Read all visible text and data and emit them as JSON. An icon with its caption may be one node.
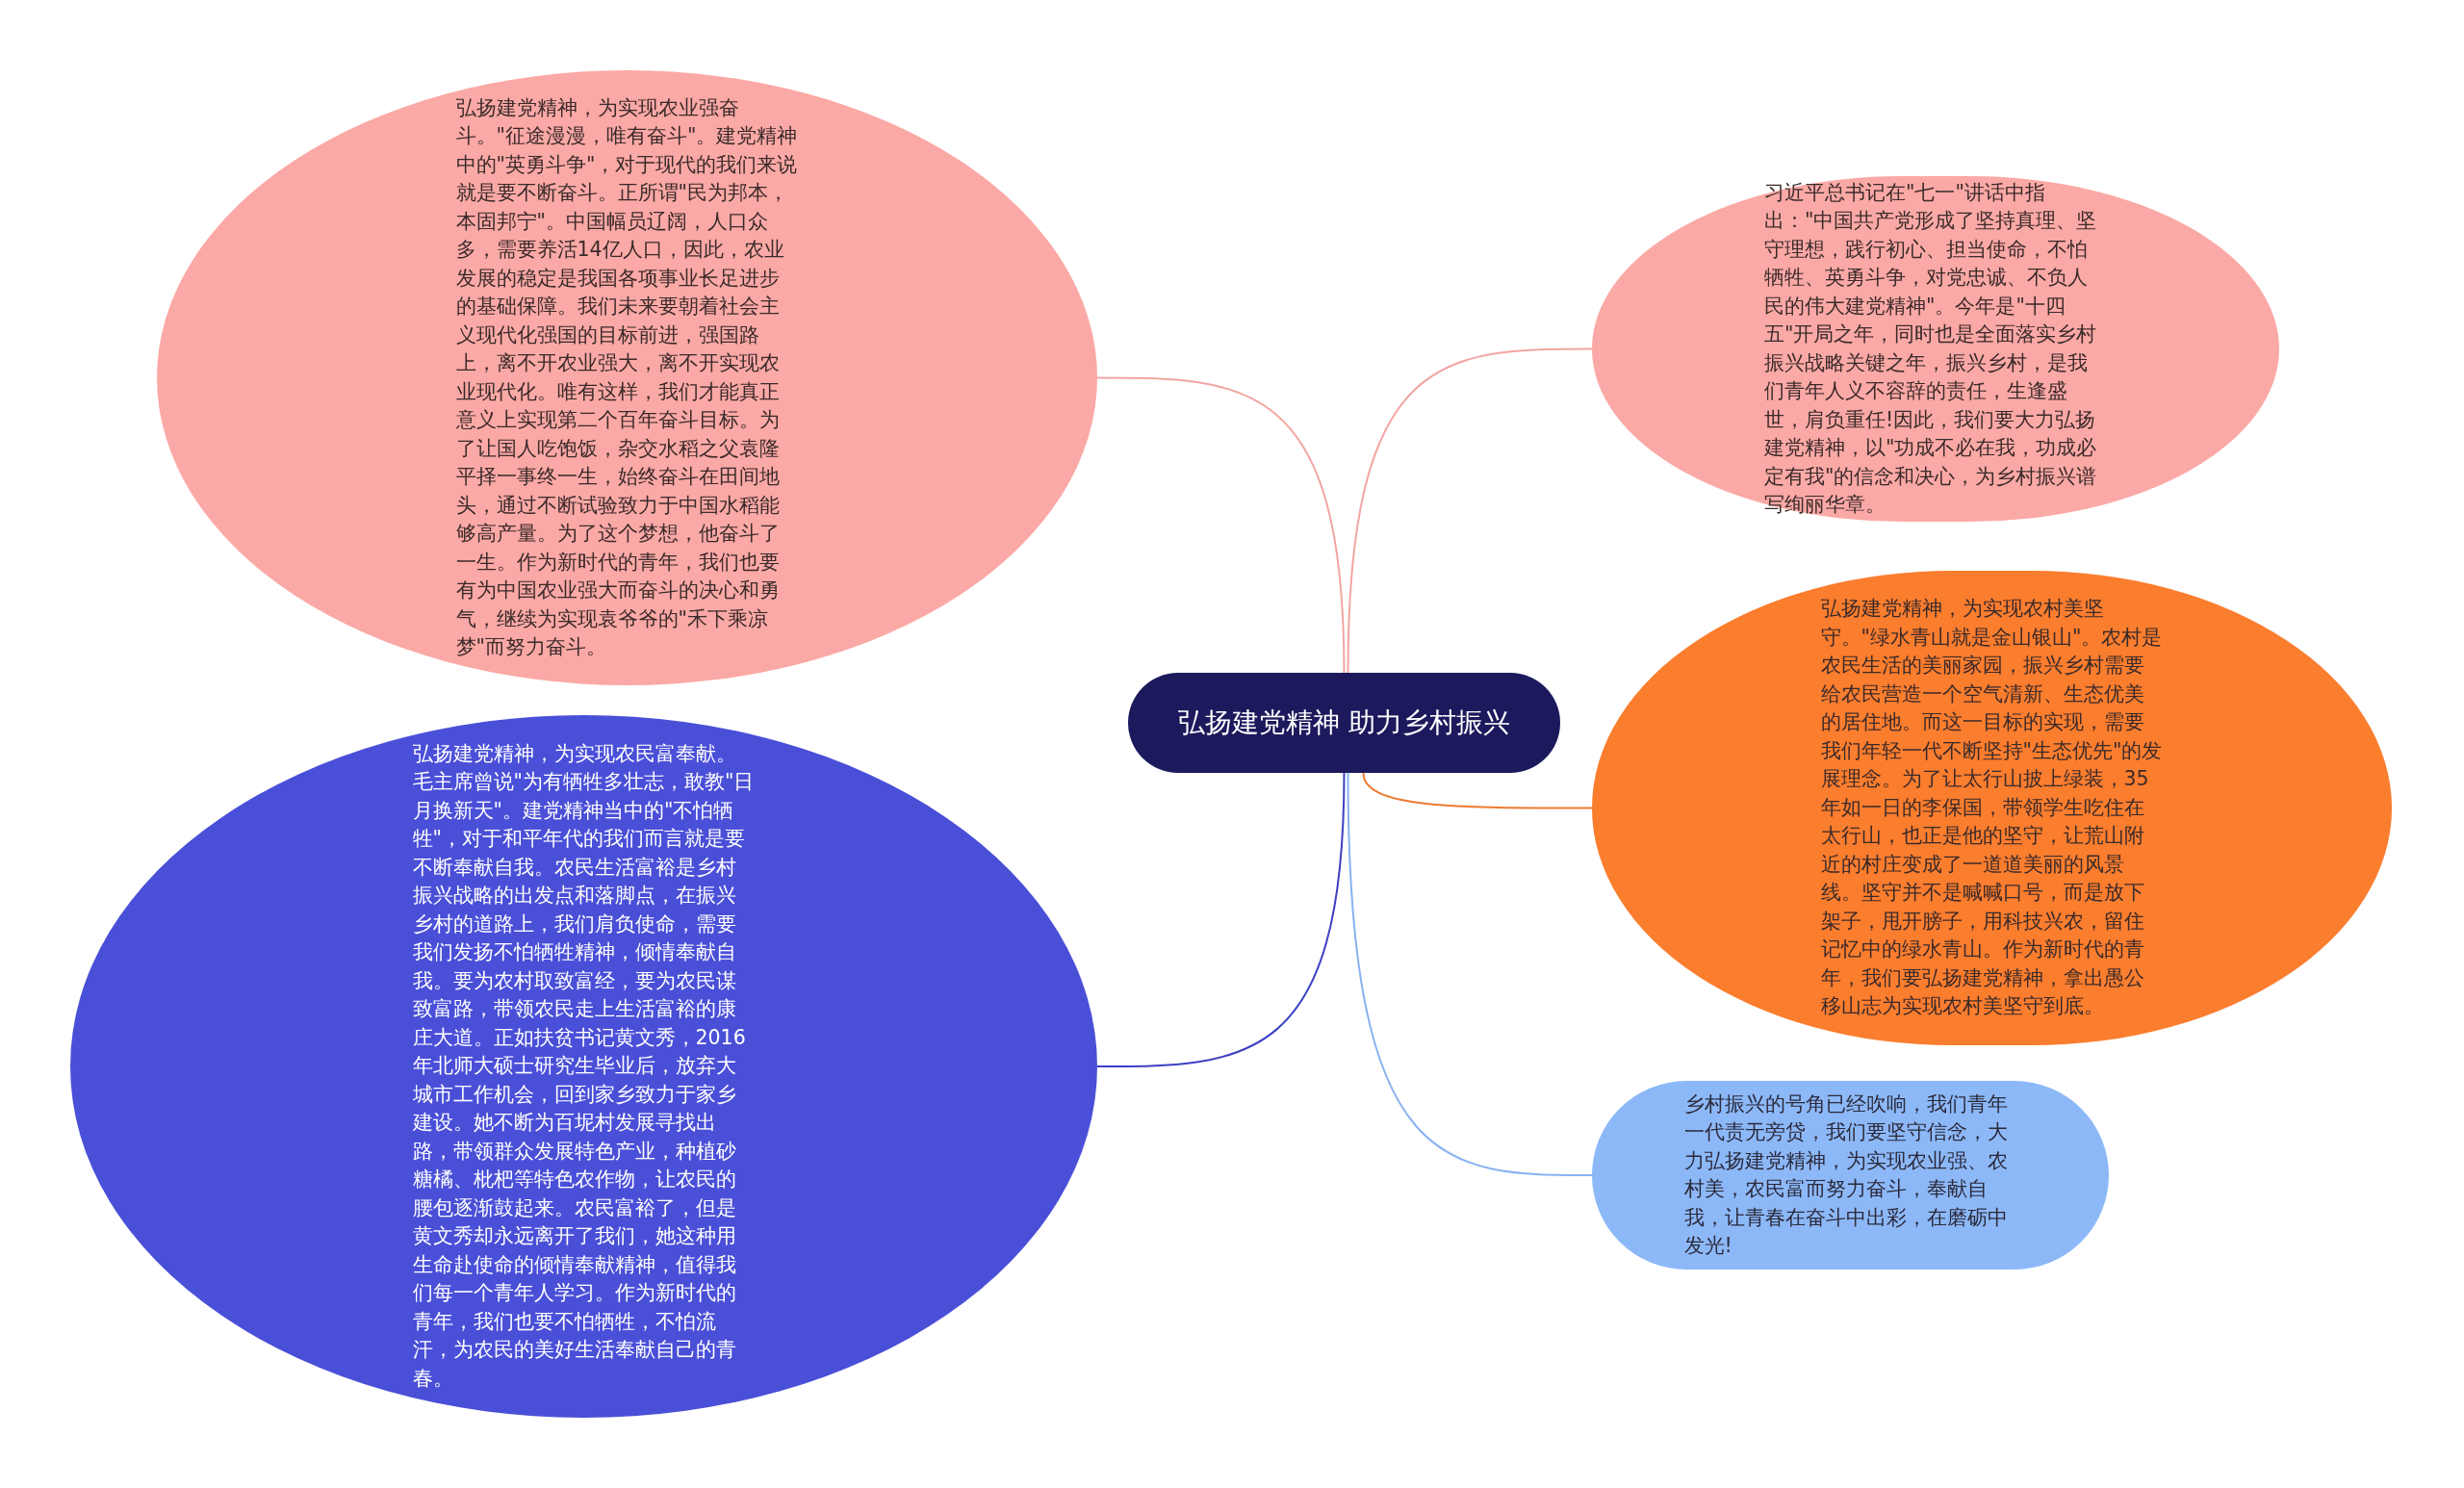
{
  "diagram": {
    "nodes": [
      {
        "text": [
          "弘扬建党精神  助力乡村振兴"
        ]
      },
      {
        "text": [
          "弘扬建党精神，为实现农业强奋斗。\"征途漫漫，唯有奋斗\"。建党精神中的\"英勇斗争\"，对于现代的我们来说就是要不断奋斗。正所谓\"民为邦本，本固邦宁\"。中国幅员辽阔，人口众多，需要养活14亿人口，因此，农业发展的稳定是我国各项事业长足进步的基础保障。我们未来要朝着社会主义现代化强国的目标前进，强国路上，离不开农业强大，离不开实现农业现代化。唯有这样，我们才能真正意义上实现第二个百年奋斗目标。为了让国人吃饱饭，杂交水稻之父袁隆平择一事终一生，始终奋斗在田间地头，通过不断试验致力于中国水稻能够高产量。为了这个梦想，他奋斗了一生。作为新时代的青年，我们也要有为中国农业强大而奋斗的决心和勇气，继续为实现袁爷爷的\"禾下乘凉梦\"而努力奋斗。"
        ]
      },
      {
        "text": [
          "弘扬建党精神，为实现农民富奉献。毛主席曾说\"为有牺牲多壮志，敢教\"日月换新天\"。建党精神当中的\"不怕牺牲\"，对于和平年代的我们而言就是要不断奉献自我。农民生活富裕是乡村振兴战略的出发点和落脚点，在振兴乡村的道路上，我们肩负使命，需要我们发扬不怕牺牲精神，倾情奉献自我。要为农村取致富经，要为农民谋致富路，带领农民走上生活富裕的康庄大道。正如扶贫书记黄文秀，2016年北师大硕士研究生毕业后，放弃大城市工作机会，回到家乡致力于家乡建设。她不断为百坭村发展寻找出路，带领群众发展特色产业，种植砂糖橘、枇杷等特色农作物，让农民的腰包逐渐鼓起来。农民富裕了，但是黄文秀却永远离开了我们，她这种用生命赴使命的倾情奉献精神，值得我们每一个青年人学习。作为新时代的青年，我们也要不怕牺牲，不怕流汗，为农民的美好生活奉献自己的青春。"
        ]
      },
      {
        "text": [
          "习近平总书记在\"七一\"讲话中指出：\"中国共产党形成了坚持真理、坚守理想，践行初心、担当使命，不怕牺牲、英勇斗争，对党忠诚、不负人民的伟大建党精神\"。今年是\"十四五\"开局之年，同时也是全面落实乡村振兴战略关键之年，振兴乡村，是我们青年人义不容辞的责任，生逢盛世，肩负重任!因此，我们要大力弘扬建党精神，以\"功成不必在我，功成必定有我\"的信念和决心，为乡村振兴谱写绚丽华章。"
        ]
      },
      {
        "text": [
          "弘扬建党精神，为实现农村美坚守。\"绿水青山就是金山银山\"。农村是农民生活的美丽家园，振兴乡村需要给农民营造一个空气清新、生态优美的居住地。而这一目标的实现，需要我们年轻一代不断坚持\"生态优先\"的发展理念。为了让太行山披上绿装，35年如一日的李保国，带领学生吃住在太行山，也正是他的坚守，让荒山附近的村庄变成了一道道美丽的风景线。坚守并不是喊喊口号，而是放下架子，甩开膀子，用科技兴农，留住记忆中的绿水青山。作为新时代的青年，我们要弘扬建党精神，拿出愚公移山志为实现农村美坚守到底。"
        ]
      },
      {
        "text": [
          "乡村振兴的号角已经吹响，我们青年一代责无旁贷，我们要坚守信念，大力弘扬建党精神，为实现农业强、农村美，农民富而努力奋斗，奉献自我，让青春在奋斗中出彩，在磨砺中发光!"
        ]
      }
    ],
    "edges": [
      {
        "from": 0,
        "to": 1,
        "arrow": "none",
        "color": "#f2a5a3"
      },
      {
        "from": 0,
        "to": 3,
        "arrow": "none",
        "color": "#f2a5a3"
      },
      {
        "from": 0,
        "to": 4,
        "arrow": "none",
        "color": "#ee7a30"
      },
      {
        "from": 0,
        "to": 2,
        "arrow": "none",
        "color": "#3c40c4"
      },
      {
        "from": 0,
        "to": 5,
        "arrow": "none",
        "color": "#88b2f2"
      }
    ]
  }
}
